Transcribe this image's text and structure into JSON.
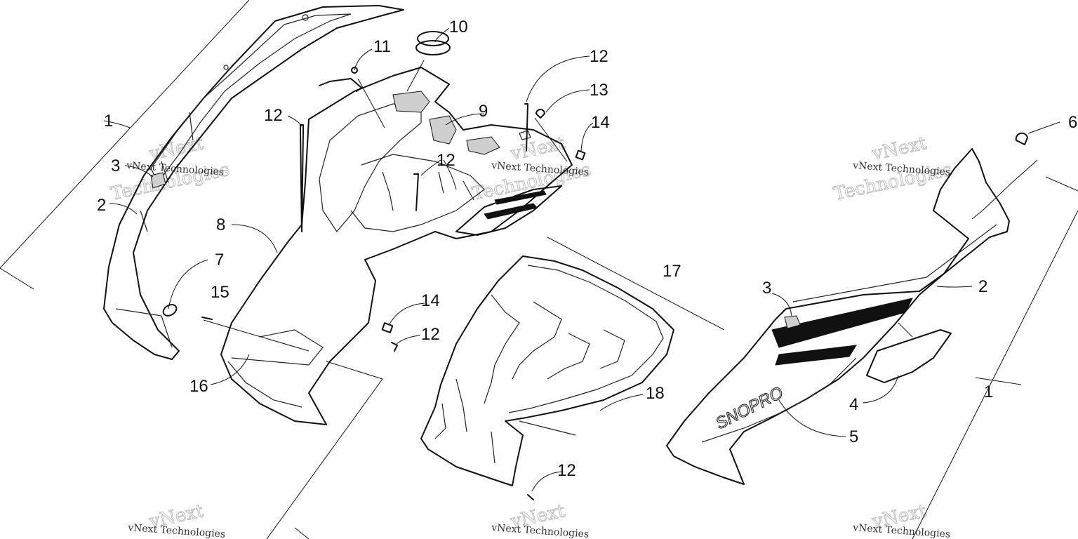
{
  "diagram": {
    "callouts": [
      {
        "id": "1-left",
        "label": "1"
      },
      {
        "id": "2-left",
        "label": "2"
      },
      {
        "id": "3-left",
        "label": "3"
      },
      {
        "id": "7",
        "label": "7"
      },
      {
        "id": "8",
        "label": "8"
      },
      {
        "id": "9",
        "label": "9"
      },
      {
        "id": "10",
        "label": "10"
      },
      {
        "id": "11",
        "label": "11"
      },
      {
        "id": "12-a",
        "label": "12"
      },
      {
        "id": "12-b",
        "label": "12"
      },
      {
        "id": "12-c",
        "label": "12"
      },
      {
        "id": "12-d",
        "label": "12"
      },
      {
        "id": "12-e",
        "label": "12"
      },
      {
        "id": "13",
        "label": "13"
      },
      {
        "id": "14-a",
        "label": "14"
      },
      {
        "id": "14-b",
        "label": "14"
      },
      {
        "id": "15",
        "label": "15"
      },
      {
        "id": "16",
        "label": "16"
      },
      {
        "id": "17",
        "label": "17"
      },
      {
        "id": "18",
        "label": "18"
      },
      {
        "id": "6",
        "label": "6"
      },
      {
        "id": "3-right",
        "label": "3"
      },
      {
        "id": "2-right",
        "label": "2"
      },
      {
        "id": "1-right",
        "label": "1"
      },
      {
        "id": "4",
        "label": "4"
      },
      {
        "id": "5",
        "label": "5"
      }
    ],
    "watermark": {
      "brand": "vNext",
      "line2": "Technologies",
      "small": "vNext Technologies"
    },
    "decal_text": "SNOPRO"
  }
}
